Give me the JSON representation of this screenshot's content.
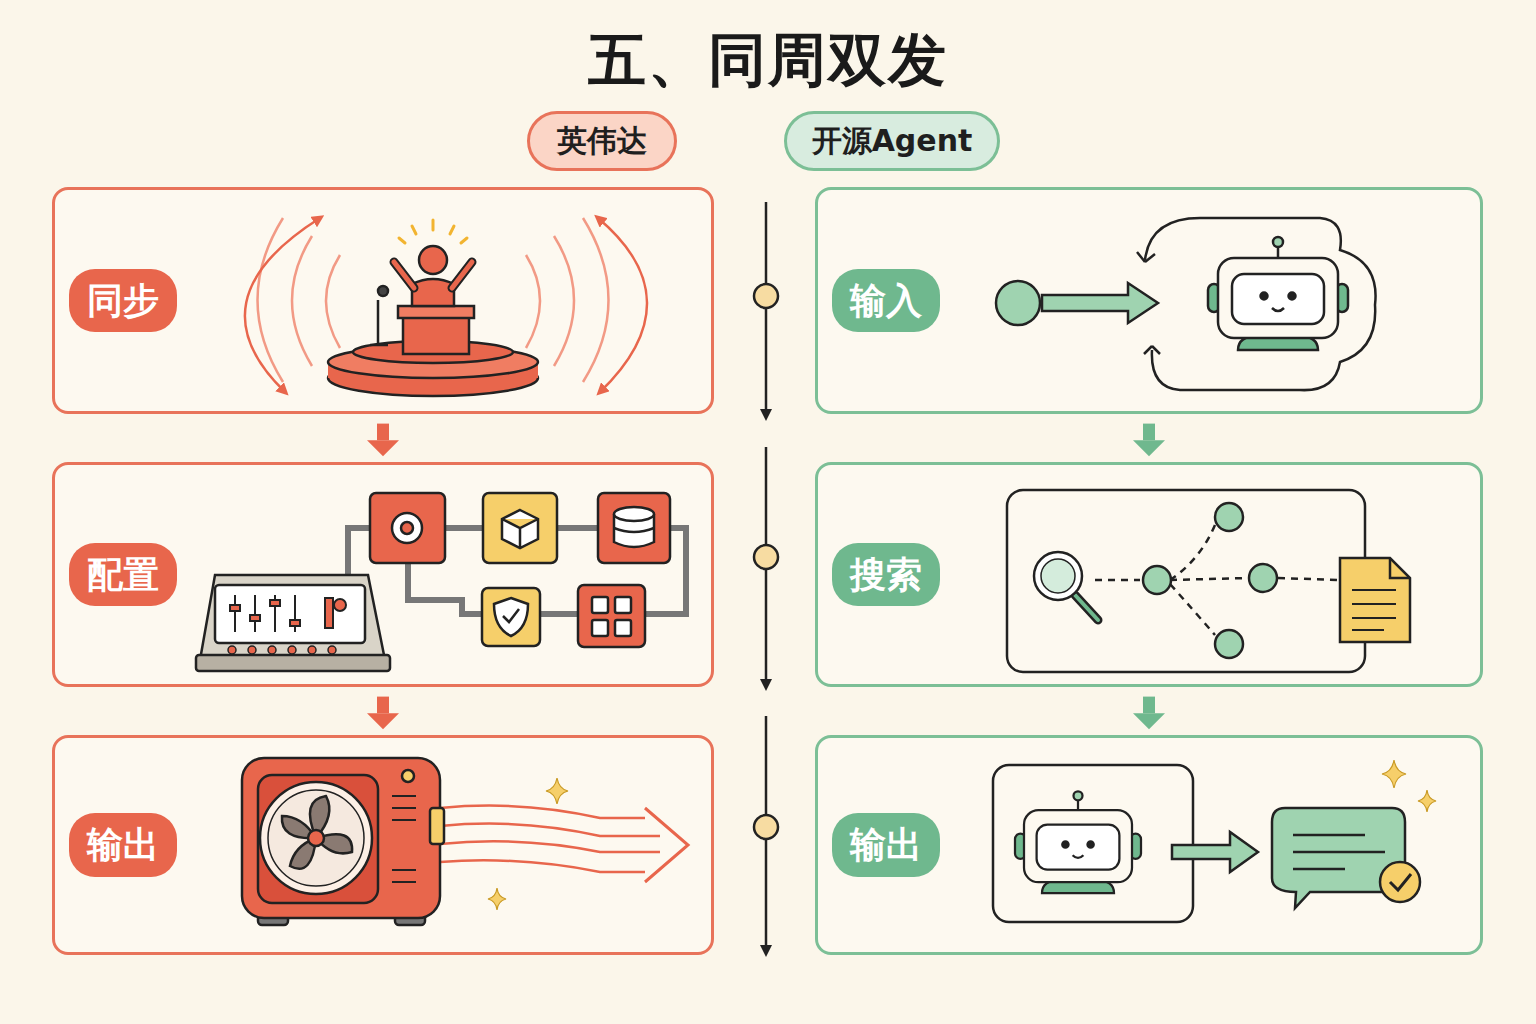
{
  "diagram": {
    "title": "五、同周双发",
    "nodes": [
      {
        "text": [
          "英伟达"
        ]
      },
      {
        "text": [
          "开源Agent"
        ]
      },
      {
        "text": [
          "同步"
        ]
      },
      {
        "text": [
          "输入"
        ]
      },
      {
        "text": [
          "配置"
        ]
      },
      {
        "text": [
          "搜索"
        ]
      },
      {
        "text": [
          "输出"
        ]
      },
      {
        "text": [
          "输出"
        ]
      }
    ],
    "edges": [
      {
        "from": 2,
        "to": 4,
        "arrow": "to"
      },
      {
        "from": 4,
        "to": 6,
        "arrow": "to"
      },
      {
        "from": 3,
        "to": 5,
        "arrow": "to"
      },
      {
        "from": 5,
        "to": 7,
        "arrow": "to"
      }
    ]
  }
}
